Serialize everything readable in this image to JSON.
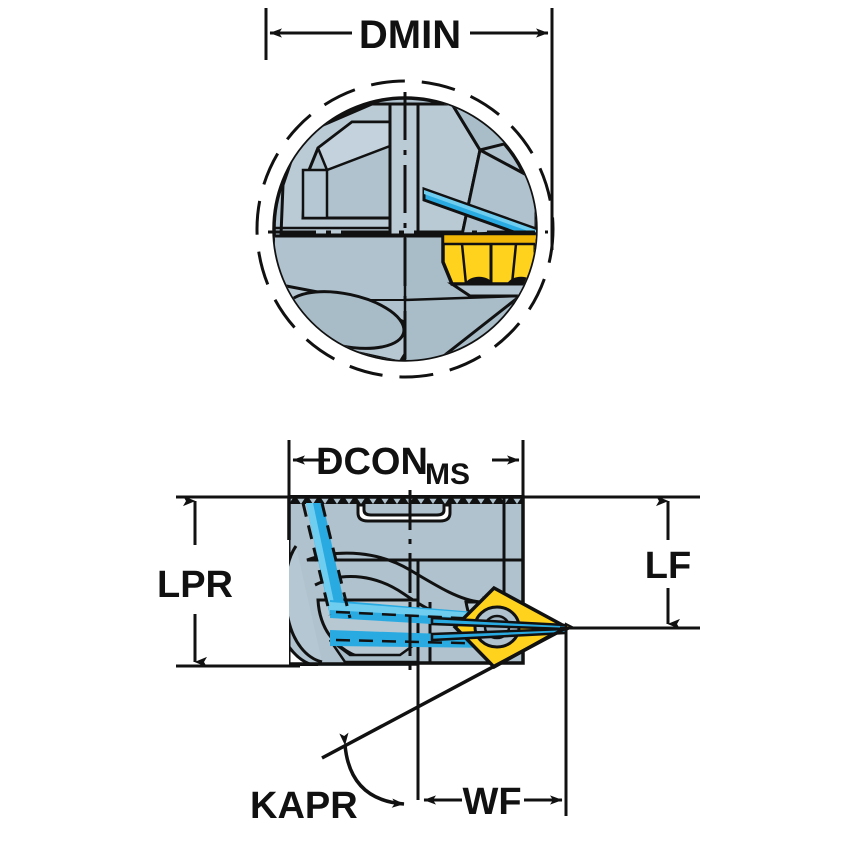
{
  "drawing": {
    "title": "Milling cutter head technical drawing",
    "views": [
      {
        "id": "top-view",
        "name": "Top view (axial view of cutter head)",
        "description": "Circular cutter body with single yellow indexable insert and coolant channel"
      },
      {
        "id": "side-view",
        "name": "Side view (cross section of cutter head)",
        "description": "Coromant Capto serrated coupling body with diamond insert and coolant channels"
      }
    ]
  },
  "dimensions": {
    "dmin": {
      "label": "DMIN",
      "description": "Minimum cutting diameter",
      "view": "top-view",
      "orientation": "horizontal"
    },
    "dcon": {
      "label": "DCON",
      "subscript": "MS",
      "description": "Connection diameter, machine side",
      "view": "side-view",
      "orientation": "horizontal"
    },
    "lpr": {
      "label": "LPR",
      "description": "Protruding length",
      "view": "side-view",
      "orientation": "vertical"
    },
    "lf": {
      "label": "LF",
      "description": "Functional length",
      "view": "side-view",
      "orientation": "vertical"
    },
    "kapr": {
      "label": "KAPR",
      "description": "Entering angle",
      "view": "side-view",
      "orientation": "angular"
    },
    "wf": {
      "label": "WF",
      "description": "Width to functional face",
      "view": "side-view",
      "orientation": "horizontal"
    }
  },
  "colors": {
    "outline": "#111111",
    "steel_body": "#AFC2CE",
    "steel_body_light": "#C3D2DC",
    "steel_body_dark": "#9FB3C1",
    "insert_yellow": "#FFD21E",
    "insert_yellow_dark": "#F2B705",
    "coolant_cyan": "#29ABE2",
    "coolant_cyan_light": "#6FCDF0",
    "background": "#FFFFFF"
  },
  "components": {
    "insert_top": "indexable-carbide-insert",
    "insert_side": "diamond-carbide-insert",
    "coupling": "serrated-coupling-teeth",
    "coolant_channel": "internal-coolant-channel",
    "centerline": "axis-centerline",
    "cutting_circle": "cutting-diameter-circle"
  }
}
